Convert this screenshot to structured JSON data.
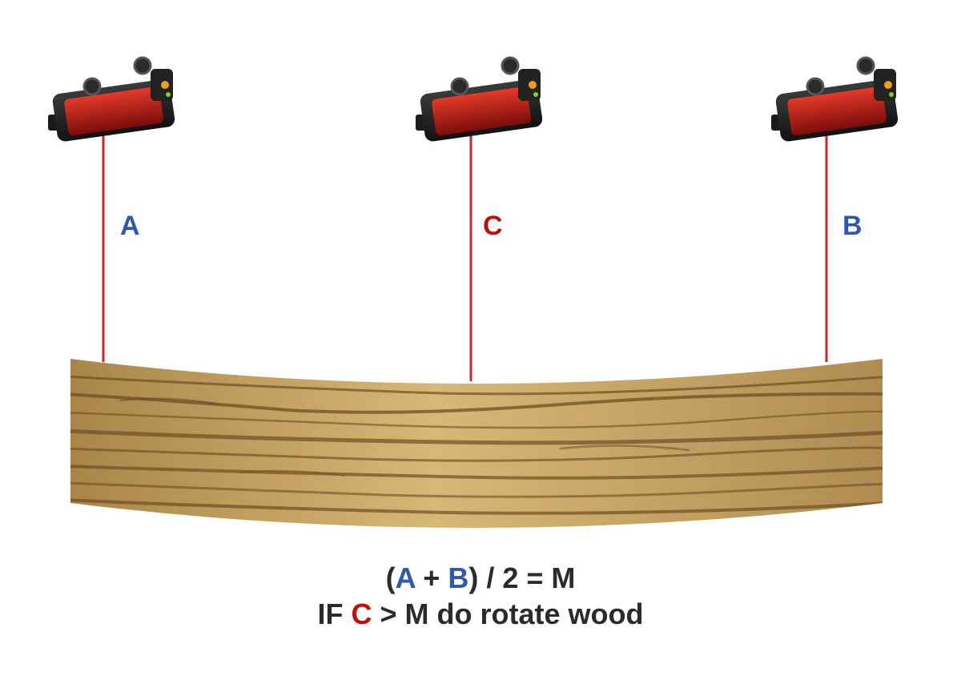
{
  "colors": {
    "label_blue": "#2e5aa8",
    "label_red": "#b8120f",
    "laser": "#c62828",
    "wood_light": "#d9b777",
    "wood_dark": "#7a5a2c",
    "text": "#2b2b2b"
  },
  "sensors": [
    {
      "label": "A",
      "color": "#2e5aa8"
    },
    {
      "label": "C",
      "color": "#b8120f"
    },
    {
      "label": "B",
      "color": "#2e5aa8"
    }
  ],
  "formula": {
    "line1": {
      "open": "(",
      "a": "A",
      "plus": " + ",
      "b": "B",
      "rest": ") / 2 = M"
    },
    "line2": {
      "prefix": "IF ",
      "c": "C",
      "rest": " > M do rotate wood"
    }
  }
}
